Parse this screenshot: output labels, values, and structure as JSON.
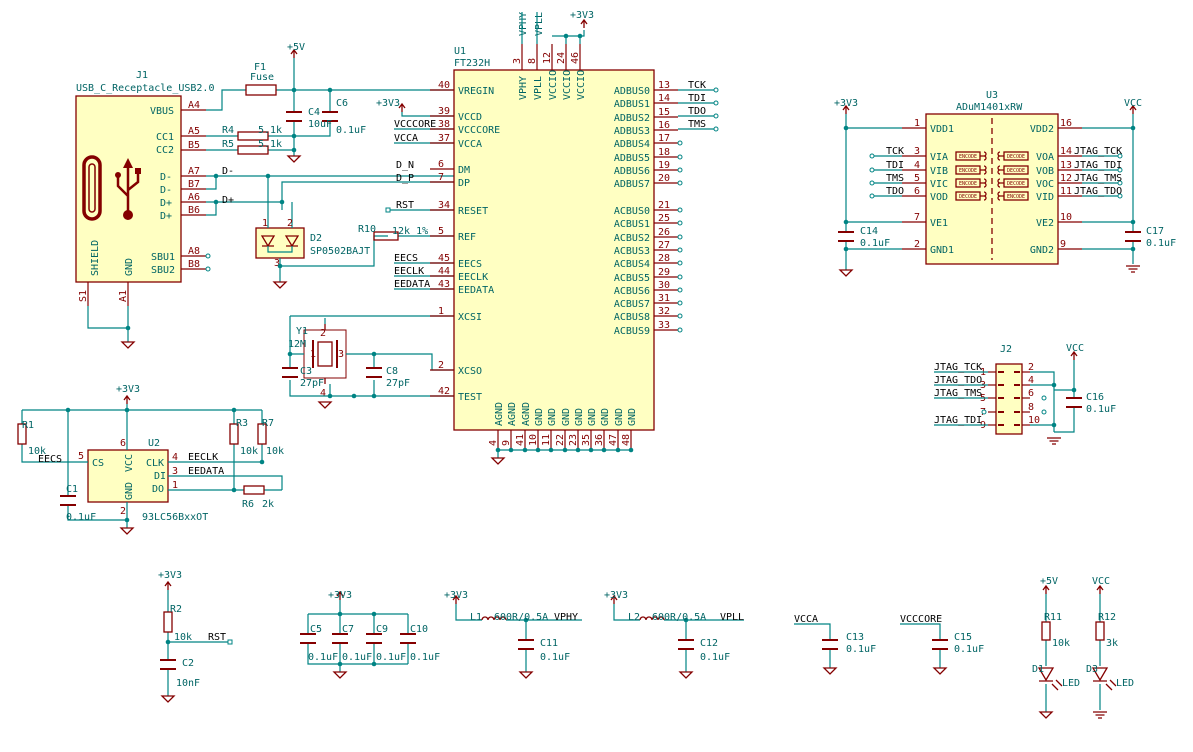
{
  "colors": {
    "wire": "#008484",
    "symbol": "#840000",
    "symbol_fill": "#ffffc2",
    "text": "#006464"
  },
  "power": {
    "v5": "+5V",
    "v3": "+3V3",
    "vcc": "VCC",
    "vphy": "VPHY",
    "vpll": "VPLL"
  },
  "j1": {
    "ref": "J1",
    "value": "USB_C_Receptacle_USB2.0",
    "pins_left": [
      "VBUS",
      "CC1",
      "CC2",
      "D-",
      "D-",
      "D+",
      "D+",
      "SBU1",
      "SBU2"
    ],
    "nums_right": [
      "A4",
      "A5",
      "B5",
      "A7",
      "B7",
      "A6",
      "B6",
      "A8",
      "B8"
    ],
    "shield": "SHIELD",
    "gnd": "GND",
    "s1": "S1",
    "a1": "A1"
  },
  "f1": {
    "ref": "F1",
    "value": "Fuse"
  },
  "c4": {
    "ref": "C4",
    "value": "10uF"
  },
  "c6": {
    "ref": "C6",
    "value": "0.1uF"
  },
  "r4": {
    "ref": "R4",
    "value": "5.1k"
  },
  "r5": {
    "ref": "R5",
    "value": "5.1k"
  },
  "d2": {
    "ref": "D2",
    "value": "SP0502BAJT",
    "p1": "1",
    "p2": "2",
    "p3": "3"
  },
  "nets": {
    "dm": "D-",
    "dp": "D+",
    "dn": "D_N",
    "dpn": "D_P",
    "rst": "RST",
    "eecs": "EECS",
    "eeclk": "EECLK",
    "eedata": "EEDATA",
    "vcccore": "VCCCORE",
    "vcca": "VCCA",
    "tck": "TCK",
    "tdi": "TDI",
    "tdo": "TDO",
    "tms": "TMS"
  },
  "u1": {
    "ref": "U1",
    "value": "FT232H",
    "left_pins": [
      {
        "name": "VREGIN",
        "num": "40"
      },
      {
        "name": "VCCD",
        "num": "39"
      },
      {
        "name": "VCCCORE",
        "num": "38"
      },
      {
        "name": "VCCA",
        "num": "37"
      },
      {
        "name": "DM",
        "num": "6"
      },
      {
        "name": "DP",
        "num": "7"
      },
      {
        "name": "RESET",
        "num": "34"
      },
      {
        "name": "REF",
        "num": "5"
      },
      {
        "name": "EECS",
        "num": "45"
      },
      {
        "name": "EECLK",
        "num": "44"
      },
      {
        "name": "EEDATA",
        "num": "43"
      },
      {
        "name": "XCSI",
        "num": "1"
      },
      {
        "name": "XCSO",
        "num": "2"
      },
      {
        "name": "TEST",
        "num": "42"
      }
    ],
    "right_pins": [
      {
        "name": "ADBUS0",
        "num": "13"
      },
      {
        "name": "ADBUS1",
        "num": "14"
      },
      {
        "name": "ADBUS2",
        "num": "15"
      },
      {
        "name": "ADBUS3",
        "num": "16"
      },
      {
        "name": "ADBUS4",
        "num": "17"
      },
      {
        "name": "ADBUS5",
        "num": "18"
      },
      {
        "name": "ADBUS6",
        "num": "19"
      },
      {
        "name": "ADBUS7",
        "num": "20"
      },
      {
        "name": "ACBUS0",
        "num": "21"
      },
      {
        "name": "ACBUS1",
        "num": "25"
      },
      {
        "name": "ACBUS2",
        "num": "26"
      },
      {
        "name": "ACBUS3",
        "num": "27"
      },
      {
        "name": "ACBUS4",
        "num": "28"
      },
      {
        "name": "ACBUS5",
        "num": "29"
      },
      {
        "name": "ACBUS6",
        "num": "30"
      },
      {
        "name": "ACBUS7",
        "num": "31"
      },
      {
        "name": "ACBUS8",
        "num": "32"
      },
      {
        "name": "ACBUS9",
        "num": "33"
      }
    ],
    "top_pins": [
      {
        "name": "VPHY",
        "num": "3"
      },
      {
        "name": "VPLL",
        "num": "8"
      },
      {
        "name": "VCCIO",
        "num": "12"
      },
      {
        "name": "VCCIO",
        "num": "24"
      },
      {
        "name": "VCCIO",
        "num": "46"
      }
    ],
    "bottom_pins": [
      {
        "name": "AGND",
        "num": "4"
      },
      {
        "name": "AGND",
        "num": "9"
      },
      {
        "name": "AGND",
        "num": "41"
      },
      {
        "name": "GND",
        "num": "10"
      },
      {
        "name": "GND",
        "num": "11"
      },
      {
        "name": "GND",
        "num": "22"
      },
      {
        "name": "GND",
        "num": "23"
      },
      {
        "name": "GND",
        "num": "35"
      },
      {
        "name": "GND",
        "num": "36"
      },
      {
        "name": "GND",
        "num": "47"
      },
      {
        "name": "GND",
        "num": "48"
      }
    ]
  },
  "r10": {
    "ref": "R10",
    "value": "12k 1%"
  },
  "y1": {
    "ref": "Y1",
    "value": "12M",
    "p1": "1",
    "p2": "2",
    "p3": "3",
    "p4": "4"
  },
  "c3": {
    "ref": "C3",
    "value": "27pF"
  },
  "c8": {
    "ref": "C8",
    "value": "27pF"
  },
  "u3": {
    "ref": "U3",
    "value": "ADuM1401xRW",
    "left_pins": [
      {
        "name": "VDD1",
        "num": "1"
      },
      {
        "name": "VIA",
        "num": "3"
      },
      {
        "name": "VIB",
        "num": "4"
      },
      {
        "name": "VIC",
        "num": "5"
      },
      {
        "name": "VOD",
        "num": "6"
      },
      {
        "name": "VE1",
        "num": "7"
      },
      {
        "name": "GND1",
        "num": "2"
      }
    ],
    "right_pins": [
      {
        "name": "VDD2",
        "num": "16"
      },
      {
        "name": "VOA",
        "num": "14"
      },
      {
        "name": "VOB",
        "num": "13"
      },
      {
        "name": "VOC",
        "num": "12"
      },
      {
        "name": "VID",
        "num": "11"
      },
      {
        "name": "VE2",
        "num": "10"
      },
      {
        "name": "GND2",
        "num": "9"
      }
    ],
    "iso_labels": [
      "ENCODE",
      "DECODE",
      "ENCODE",
      "DECODE",
      "ENCODE",
      "DECODE",
      "DECODE",
      "ENCODE"
    ]
  },
  "jtag_nets": {
    "tck": "JTAG_TCK",
    "tdi": "JTAG_TDI",
    "tms": "JTAG_TMS",
    "tdo": "JTAG_TDO"
  },
  "c14": {
    "ref": "C14",
    "value": "0.1uF"
  },
  "c17": {
    "ref": "C17",
    "value": "0.1uF"
  },
  "j2": {
    "ref": "J2",
    "pins_left": [
      "1",
      "3",
      "5",
      "7",
      "9"
    ],
    "pins_right": [
      "2",
      "4",
      "6",
      "8",
      "10"
    ]
  },
  "c16": {
    "ref": "C16",
    "value": "0.1uF"
  },
  "u2": {
    "ref": "U2",
    "value": "93LC56BxxOT",
    "cs": "CS",
    "clk": "CLK",
    "di": "DI",
    "do": "DO",
    "vcc": "VCC",
    "gnd": "GND",
    "n5": "5",
    "n6": "6",
    "n4": "4",
    "n3": "3",
    "n1": "1",
    "n2": "2"
  },
  "r1": {
    "ref": "R1",
    "value": "10k"
  },
  "r3": {
    "ref": "R3",
    "value": "10k"
  },
  "r7": {
    "ref": "R7",
    "value": "10k"
  },
  "r6": {
    "ref": "R6",
    "value": "2k"
  },
  "c1": {
    "ref": "C1",
    "value": "0.1uF"
  },
  "r2": {
    "ref": "R2",
    "value": "10k"
  },
  "c2": {
    "ref": "C2",
    "value": "10nF"
  },
  "c5": {
    "ref": "C5",
    "value": "0.1uF"
  },
  "c7": {
    "ref": "C7",
    "value": "0.1uF"
  },
  "c9": {
    "ref": "C9",
    "value": "0.1uF"
  },
  "c10": {
    "ref": "C10",
    "value": "0.1uF"
  },
  "l1": {
    "ref": "L1",
    "value": "600R/0.5A"
  },
  "l2": {
    "ref": "L2",
    "value": "600R/0.5A"
  },
  "c11": {
    "ref": "C11",
    "value": "0.1uF"
  },
  "c12": {
    "ref": "C12",
    "value": "0.1uF"
  },
  "c13": {
    "ref": "C13",
    "value": "0.1uF"
  },
  "c15": {
    "ref": "C15",
    "value": "0.1uF"
  },
  "r11": {
    "ref": "R11",
    "value": "10k"
  },
  "r12": {
    "ref": "R12",
    "value": "3k"
  },
  "d1": {
    "ref": "D1",
    "value": "LED"
  },
  "d3": {
    "ref": "D3",
    "value": "LED"
  }
}
